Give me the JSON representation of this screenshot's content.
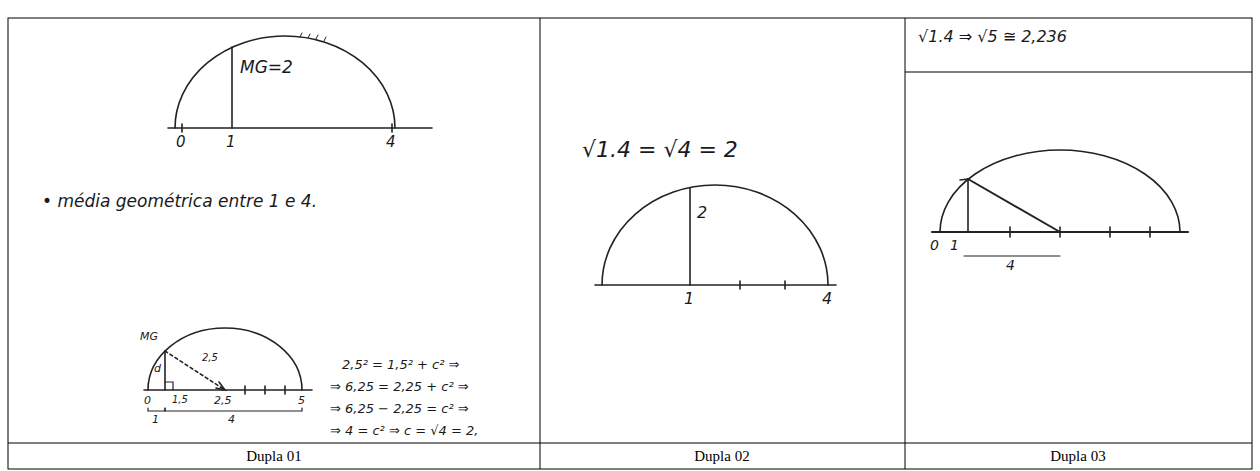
{
  "diagram": {
    "labels": [
      "MG=2",
      "0",
      "1",
      "4",
      "• média geométrica entre 1 e 4.",
      "MG",
      "d",
      "2,5",
      "0",
      "1,5",
      "2,5",
      "5",
      "1",
      "4",
      "2,5² = 1,5² + c² ⇒",
      "⇒ 6,25 = 2,25 + c² ⇒",
      "⇒ 6,25 − 2,25 = c² ⇒",
      "⇒ 4 = c² ⇒ c = √4 = 2,",
      "√1.4 = √4 = 2",
      "2",
      "1",
      "4",
      "√1.4 ⇒ √5 ≅ 2,236",
      "0",
      "1",
      "4",
      "Dupla 01",
      "Dupla 02",
      "Dupla 03"
    ]
  }
}
